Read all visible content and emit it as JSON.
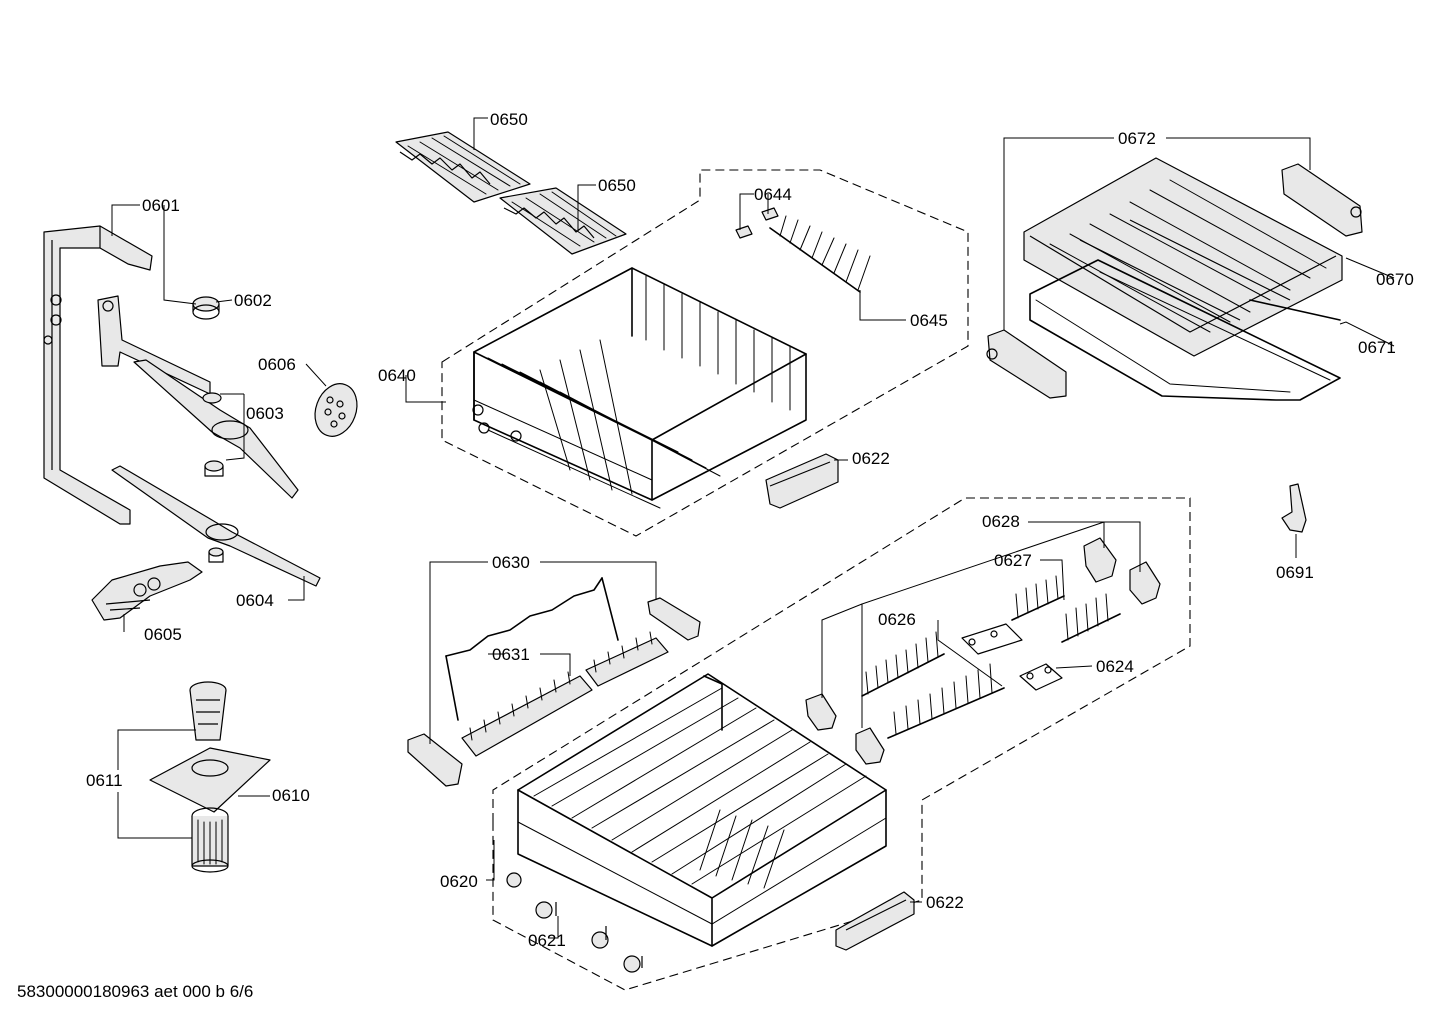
{
  "parts": {
    "p0601": "0601",
    "p0602": "0602",
    "p0603": "0603",
    "p0604": "0604",
    "p0605": "0605",
    "p0606": "0606",
    "p0610": "0610",
    "p0611": "0611",
    "p0620": "0620",
    "p0621": "0621",
    "p0622a": "0622",
    "p0622b": "0622",
    "p0624": "0624",
    "p0626": "0626",
    "p0627": "0627",
    "p0628": "0628",
    "p0630": "0630",
    "p0631": "0631",
    "p0640": "0640",
    "p0644": "0644",
    "p0645": "0645",
    "p0650a": "0650",
    "p0650b": "0650",
    "p0670": "0670",
    "p0671": "0671",
    "p0672": "0672",
    "p0691": "0691"
  },
  "footer": "58300000180963 aet 000 b 6/6"
}
